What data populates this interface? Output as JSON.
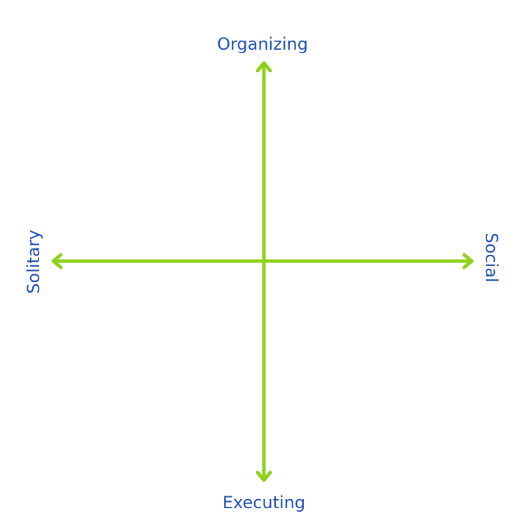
{
  "labels": {
    "top": "Organizing",
    "bottom": "Executing",
    "left": "Solitary",
    "right": "Social"
  },
  "colors": {
    "axis": "#8fd11a",
    "label": "#1f4fb0",
    "background": "#ffffff"
  }
}
